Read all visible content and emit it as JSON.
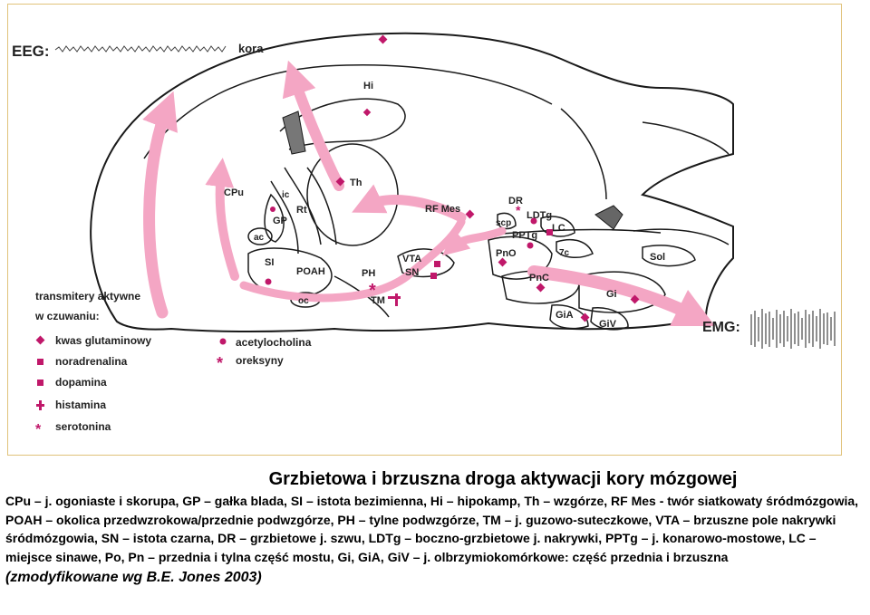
{
  "diagram": {
    "eeg_label": "EEG:",
    "emg_label": "EMG:",
    "regions": {
      "kora": "kora",
      "hi": "Hi",
      "cpu": "CPu",
      "ic": "ic",
      "gp": "GP",
      "rt": "Rt",
      "ac": "ac",
      "si": "SI",
      "poah": "POAH",
      "oc": "oc",
      "th": "Th",
      "ph": "PH",
      "tm": "TM",
      "vta": "VTA",
      "sn": "SN",
      "rf_mes": "RF Mes",
      "dr": "DR",
      "ldtg": "LDTg",
      "scp": "scp",
      "pptg": "PPTg",
      "lc": "LC",
      "pno": "PnO",
      "fc": "7c",
      "sol": "Sol",
      "pnc": "PnC",
      "gi": "Gi",
      "gia": "GiA",
      "giv": "GiV"
    },
    "legend": {
      "title_line1": "transmitery aktywne",
      "title_line2": "w czuwaniu:",
      "glutamate": "kwas glutaminowy",
      "noradrenaline": "noradrenalina",
      "dopamine": "dopamina",
      "histamine": "histamina",
      "serotonin": "serotonina",
      "acetylcholine": "acetylocholina",
      "orexin": "oreksyny"
    },
    "colors": {
      "marker": "#c0186a",
      "pathway": "#f4a6c4",
      "outline": "#1a1a1a"
    }
  },
  "caption": {
    "title": "Grzbietowa i brzuszna droga aktywacji kory mózgowej",
    "body": "CPu – j. ogoniaste i skorupa, GP – gałka blada, SI – istota bezimienna, Hi – hipokamp, Th – wzgórze, RF Mes - twór siatkowaty śródmózgowia, POAH – okolica przedwzrokowa/przednie podwzgórze, PH – tylne podwzgórze, TM – j. guzowo-suteczkowe, VTA – brzuszne pole nakrywki śródmózgowia, SN – istota czarna, DR – grzbietowe j. szwu, LDTg – boczno-grzbietowe j. nakrywki, PPTg – j. konarowo-mostowe, LC – miejsce sinawe, Po, Pn – przednia i tylna część mostu, Gi, GiA, GiV – j. olbrzymiokomórkowe: część przednia i brzuszna",
    "source": "(zmodyfikowane wg B.E. Jones 2003)"
  }
}
